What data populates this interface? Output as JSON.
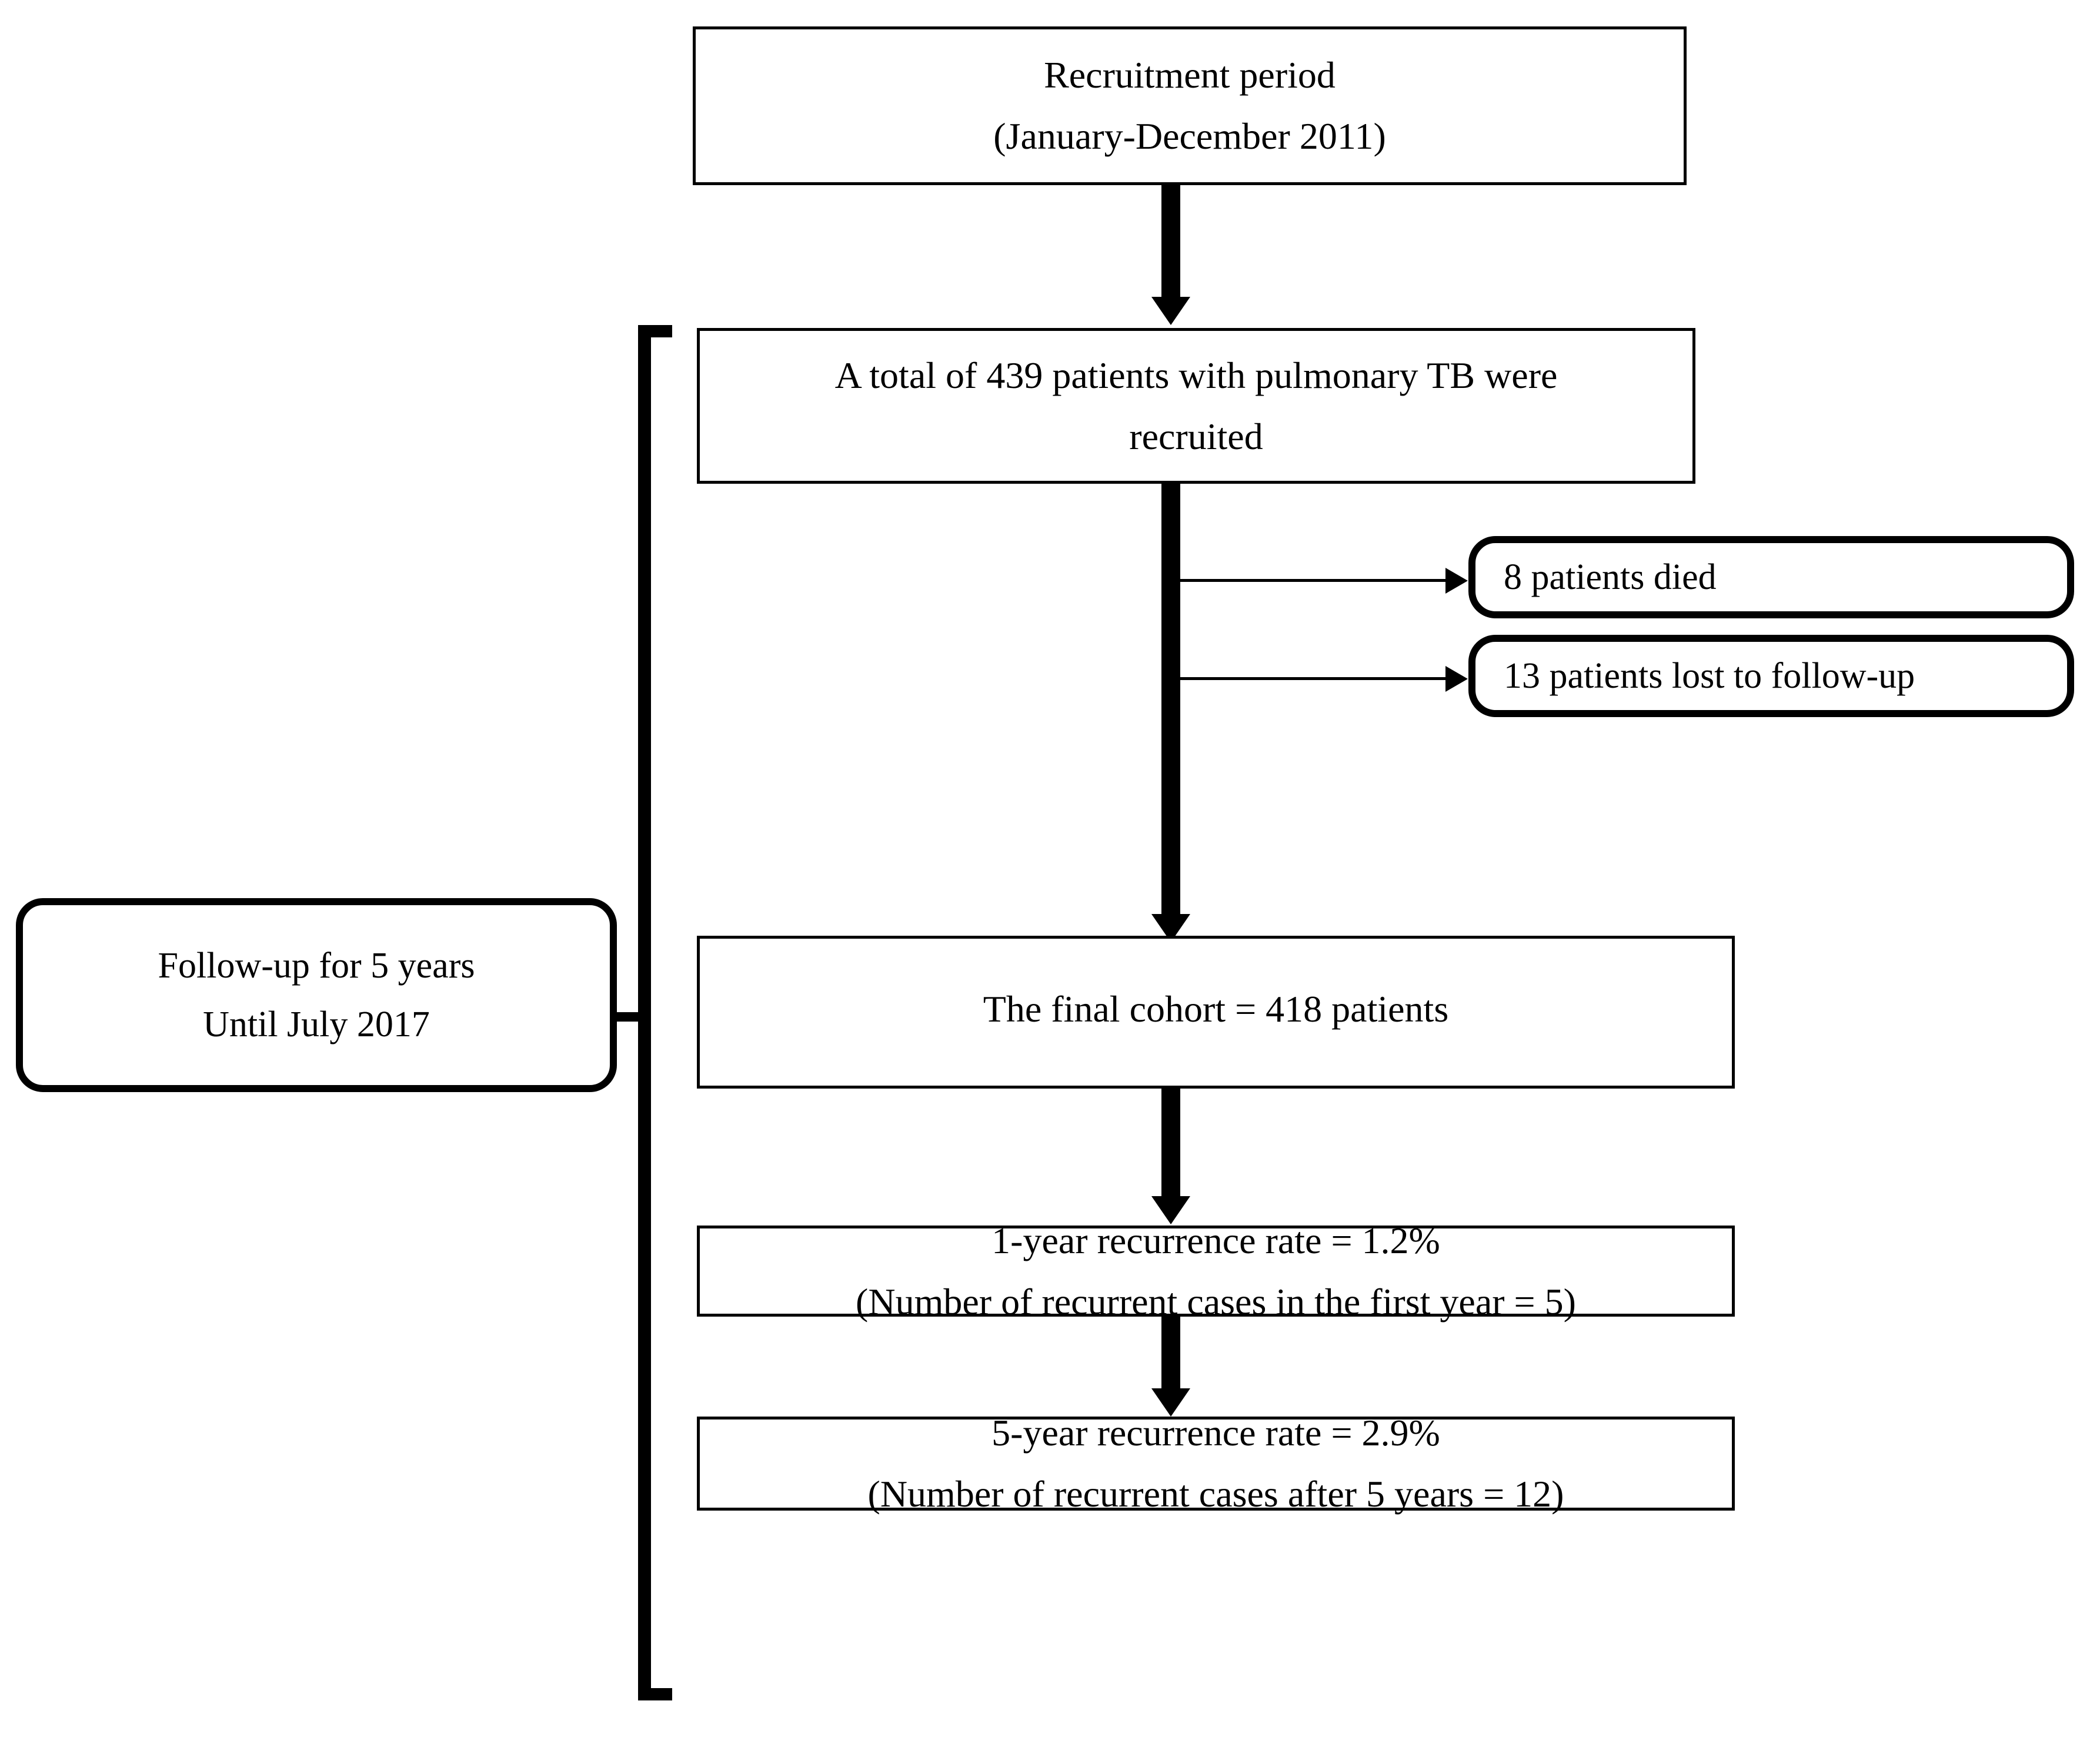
{
  "figure": {
    "type": "flowchart",
    "title": "Study flow diagram of pulmonary TB cohort",
    "accent_color": "#000000",
    "background_color": "#ffffff"
  },
  "nodes": {
    "recruitment": {
      "line1": "Recruitment period",
      "line2": "(January-December 2011)"
    },
    "recruited": {
      "line1": "A total of 439 patients with pulmonary TB were",
      "line2": "recruited"
    },
    "died": {
      "line1": "8 patients died"
    },
    "lost": {
      "line1": "13 patients lost to follow-up"
    },
    "followup": {
      "line1": "Follow-up for 5 years",
      "line2": "Until July 2017"
    },
    "cohort": {
      "line1": "The final cohort = 418 patients"
    },
    "year1": {
      "line1": "1-year recurrence rate = 1.2%",
      "line2": "(Number of recurrent cases in the first year = 5)"
    },
    "year5": {
      "line1": "5-year recurrence rate = 2.9%",
      "line2": "(Number of recurrent cases after 5 years = 12)"
    }
  },
  "chart_data": {
    "type": "diagram",
    "total_recruited": 439,
    "died": 8,
    "lost_to_followup": 13,
    "final_cohort": 418,
    "recurrence_1_year_rate_percent": 1.2,
    "recurrent_cases_first_year": 5,
    "recurrence_5_year_rate_percent": 2.9,
    "recurrent_cases_after_5_years": 12,
    "recruitment_period": "January-December 2011",
    "followup_duration_years": 5,
    "followup_end": "July 2017"
  }
}
